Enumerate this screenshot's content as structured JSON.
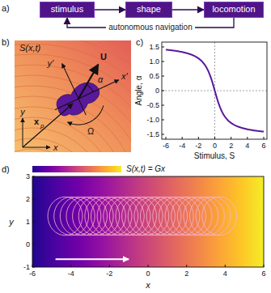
{
  "diagram": {
    "nodes": [
      {
        "text": [
          "stimulus"
        ]
      },
      {
        "text": [
          "shape"
        ]
      },
      {
        "text": [
          "locomotion"
        ]
      }
    ],
    "edges": [
      {
        "from": 0,
        "to": 1,
        "arrow": "to"
      },
      {
        "from": 1,
        "to": 2,
        "arrow": "to"
      },
      {
        "from": 2,
        "to": 0,
        "label": "autonomous navigation",
        "arrow": "to"
      }
    ],
    "labels": [
      "a)",
      "b)",
      "c)",
      "d)",
      "S(x,t)",
      "y'",
      "U",
      "α",
      "x'",
      "Ω",
      "y",
      "x",
      "x",
      "p",
      "Angle, α",
      "1.5",
      "1.0",
      "0.5",
      "0",
      "-0.5",
      "-1.0",
      "-1.5",
      "-6",
      "-4",
      "-2",
      "0",
      "2",
      "4",
      "6",
      "Stimulus, S",
      "S(x,t) = Gx",
      "-1",
      "0",
      "1",
      "2",
      "3",
      "-6",
      "-4",
      "-2",
      "0",
      "2",
      "4",
      "6",
      "y",
      "x"
    ]
  }
}
